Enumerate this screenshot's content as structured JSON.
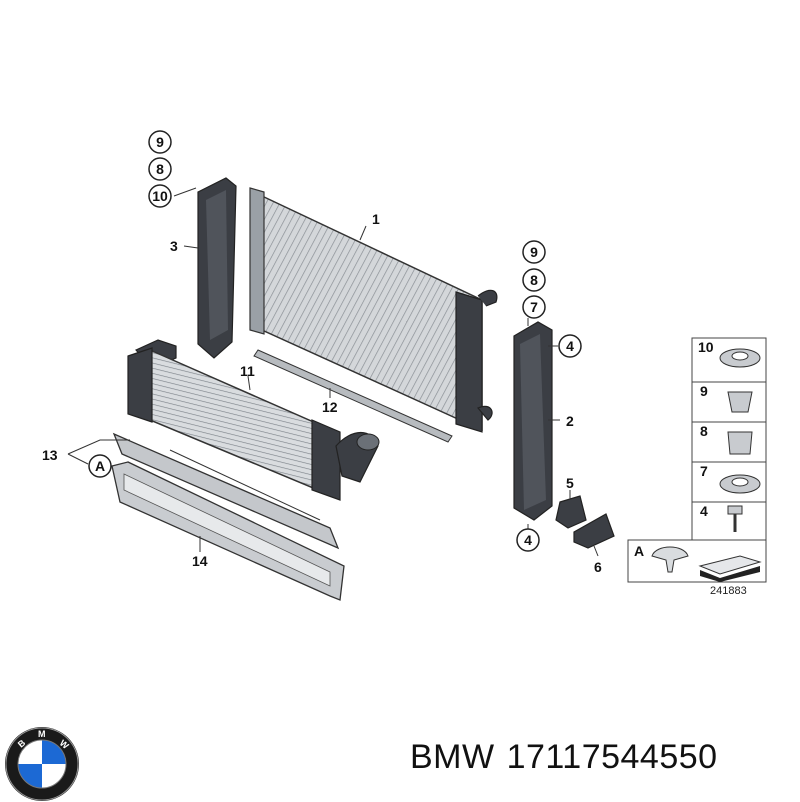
{
  "diagram": {
    "part_labels": [
      "1",
      "2",
      "3",
      "4",
      "5",
      "6",
      "11",
      "12",
      "13",
      "14"
    ],
    "circled_labels": {
      "left_stack": [
        "9",
        "8",
        "10"
      ],
      "right_stack": [
        "9",
        "8",
        "7"
      ],
      "bracket_top": "4",
      "bracket_bottom": "4",
      "group_a": "A"
    },
    "legend": {
      "rows": [
        "10",
        "9",
        "8",
        "7",
        "4"
      ],
      "bottom_letter": "A"
    },
    "catalog_number": "241883"
  },
  "footer": {
    "brand": "BMW",
    "part_number": "17117544550"
  },
  "colors": {
    "line": "#333333",
    "part_fill": "#cfd2d6",
    "dark_fill": "#3b3e44"
  }
}
